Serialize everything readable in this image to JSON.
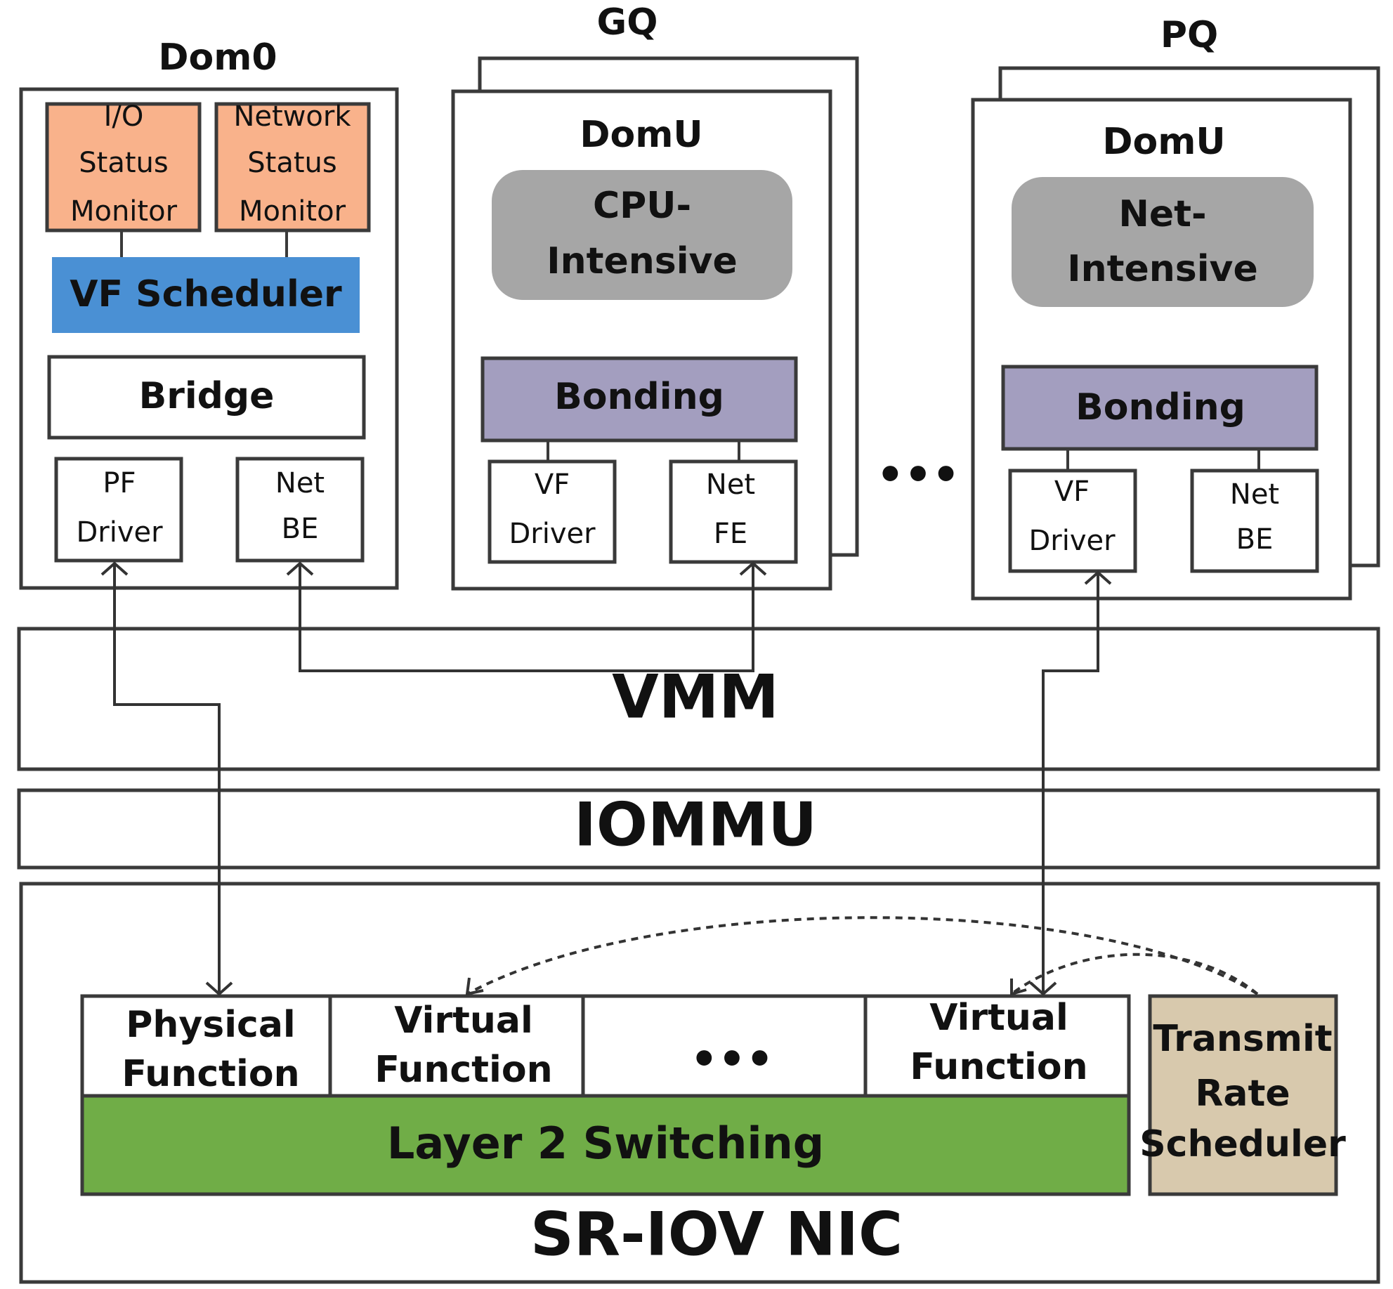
{
  "colors": {
    "monitor": "#f9b28b",
    "vf_scheduler": "#4a90d4",
    "bonding": "#a39ebf",
    "intensive": "#a6a6a6",
    "switching": "#70ad47",
    "rate_scheduler": "#d8c9ad",
    "line": "#333333"
  },
  "dom0": {
    "title": "Dom0",
    "io_monitor": [
      "I/O",
      "Status",
      "Monitor"
    ],
    "net_monitor": [
      "Network",
      "Status",
      "Monitor"
    ],
    "vf_scheduler": "VF Scheduler",
    "bridge": "Bridge",
    "pf_driver": [
      "PF",
      "Driver"
    ],
    "net_be": [
      "Net",
      "BE"
    ]
  },
  "gq": {
    "label": "GQ",
    "title": "DomU",
    "workload": [
      "CPU-",
      "Intensive"
    ],
    "bonding": "Bonding",
    "vf_driver": [
      "VF",
      "Driver"
    ],
    "net_fe": [
      "Net",
      "FE"
    ]
  },
  "ellipsis_top": "•••",
  "pq": {
    "label": "PQ",
    "title": "DomU",
    "workload": [
      "Net-",
      "Intensive"
    ],
    "bonding": "Bonding",
    "vf_driver": [
      "VF",
      "Driver"
    ],
    "net_be": [
      "Net",
      "BE"
    ]
  },
  "vmm": "VMM",
  "iommu": "IOMMU",
  "nic": {
    "title": "SR-IOV NIC",
    "physical_function": [
      "Physical",
      "Function"
    ],
    "virtual_function_1": [
      "Virtual",
      "Function"
    ],
    "ellipsis": "•••",
    "virtual_function_2": [
      "Virtual",
      "Function"
    ],
    "switching": "Layer 2 Switching",
    "rate_scheduler": [
      "Transmit",
      "Rate",
      "Scheduler"
    ]
  }
}
